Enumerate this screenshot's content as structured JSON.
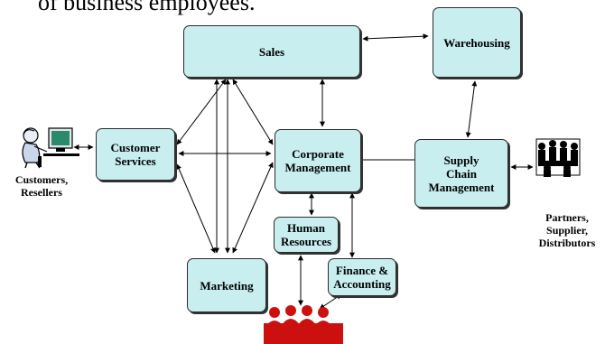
{
  "title_fragment": "of business employees.",
  "nodes": {
    "sales": "Sales",
    "warehousing": "Warehousing",
    "customer_services": "Customer\nServices",
    "corporate_management": "Corporate\nManagement",
    "supply_chain": "Supply\nChain\nManagement",
    "human_resources": "Human\nResources",
    "finance_accounting": "Finance &\nAccounting",
    "marketing": "Marketing"
  },
  "actors": {
    "customers": "Customers,\nResellers",
    "partners": "Partners,\nSupplier,\nDistributors"
  },
  "colors": {
    "box_fill": "#c8eef0",
    "employees_red": "#cc1010"
  },
  "icons": [
    "computer-user-icon",
    "meeting-group-icon",
    "employees-group-icon"
  ]
}
